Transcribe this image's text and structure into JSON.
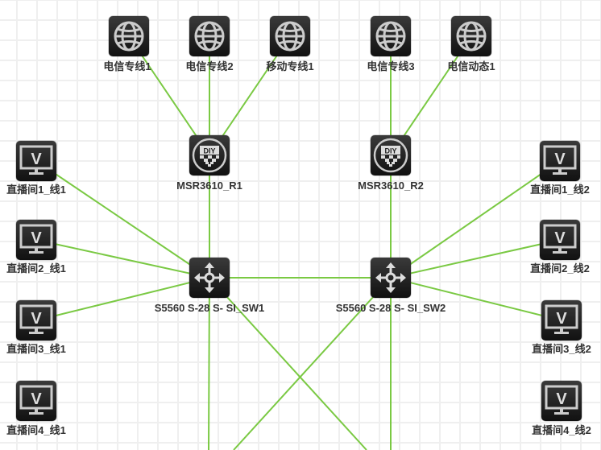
{
  "diagram": {
    "link_color": "#7ac943",
    "nodes": [
      {
        "id": "isp1",
        "label": "电信专线1",
        "icon": "globe"
      },
      {
        "id": "isp2",
        "label": "电信专线2",
        "icon": "globe"
      },
      {
        "id": "isp3",
        "label": "移动专线1",
        "icon": "globe"
      },
      {
        "id": "isp4",
        "label": "电信专线3",
        "icon": "globe"
      },
      {
        "id": "isp5",
        "label": "电信动态1",
        "icon": "globe"
      },
      {
        "id": "r1",
        "label": "MSR3610_R1",
        "icon": "diy-router"
      },
      {
        "id": "r2",
        "label": "MSR3610_R2",
        "icon": "diy-router"
      },
      {
        "id": "sw1",
        "label": "S5560 S-28 S- SI_SW1",
        "icon": "switch"
      },
      {
        "id": "sw2",
        "label": "S5560 S-28 S- SI_SW2",
        "icon": "switch"
      },
      {
        "id": "l1",
        "label": "直播间1_线1",
        "icon": "monitor"
      },
      {
        "id": "l2",
        "label": "直播间2_线1",
        "icon": "monitor"
      },
      {
        "id": "l3",
        "label": "直播间3_线1",
        "icon": "monitor"
      },
      {
        "id": "l4",
        "label": "直播间4_线1",
        "icon": "monitor"
      },
      {
        "id": "rr1",
        "label": "直播间1_线2",
        "icon": "monitor"
      },
      {
        "id": "rr2",
        "label": "直播间2_线2",
        "icon": "monitor"
      },
      {
        "id": "rr3",
        "label": "直播间3_线2",
        "icon": "monitor"
      },
      {
        "id": "rr4",
        "label": "直播间4_线2",
        "icon": "monitor"
      }
    ],
    "links": [
      [
        "isp1",
        "r1"
      ],
      [
        "isp2",
        "r1"
      ],
      [
        "isp3",
        "r1"
      ],
      [
        "isp4",
        "r2"
      ],
      [
        "isp5",
        "r2"
      ],
      [
        "r1",
        "sw1"
      ],
      [
        "r2",
        "sw2"
      ],
      [
        "sw1",
        "sw2"
      ],
      [
        "l1",
        "sw1"
      ],
      [
        "l2",
        "sw1"
      ],
      [
        "l3",
        "sw1"
      ],
      [
        "rr1",
        "sw2"
      ],
      [
        "rr2",
        "sw2"
      ],
      [
        "rr3",
        "sw2"
      ],
      [
        "sw1",
        "offscreen-a"
      ],
      [
        "sw2",
        "offscreen-b"
      ],
      [
        "sw1",
        "offscreen-c"
      ],
      [
        "sw2",
        "offscreen-d"
      ]
    ]
  }
}
